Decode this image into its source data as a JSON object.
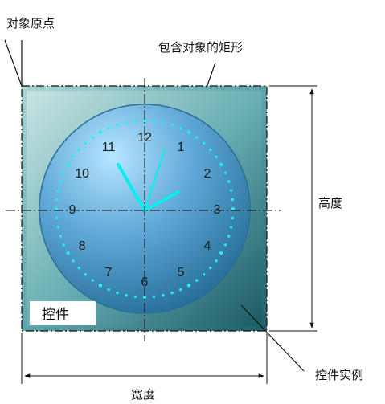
{
  "labels": {
    "object_origin": "对象原点",
    "bounding_rect": "包含对象的矩形",
    "height": "高度",
    "width": "宽度",
    "control_instance": "控件实例",
    "control_tag": "控件"
  },
  "clock": {
    "numerals": [
      "12",
      "1",
      "2",
      "3",
      "4",
      "5",
      "6",
      "7",
      "8",
      "9",
      "10",
      "11"
    ]
  },
  "colors": {
    "control_frame": "#5fa6ae",
    "control_panel": "#2f7f87",
    "dial": "#4a98c8",
    "hands": "#00f0f0",
    "dots": "#20f0f0",
    "line": "#111111"
  }
}
